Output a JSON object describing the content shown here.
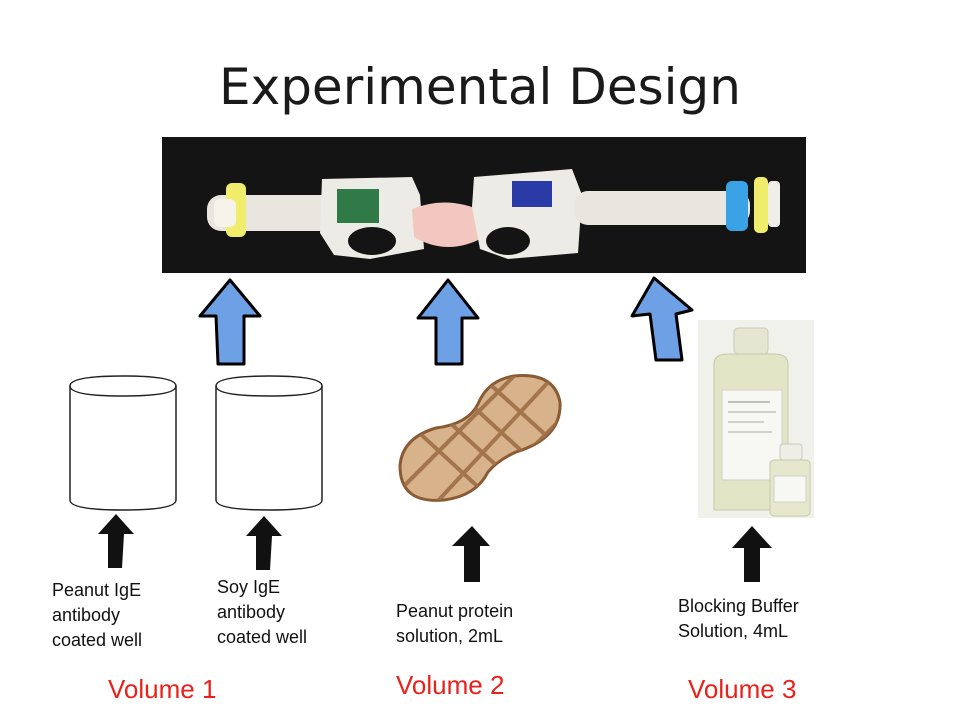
{
  "slide": {
    "title": "Experimental Design"
  },
  "labels": {
    "peanut_well": [
      "Peanut IgE",
      "antibody",
      "coated well"
    ],
    "soy_well": [
      "Soy IgE",
      "antibody",
      "coated well"
    ],
    "peanut_protein": [
      "Peanut protein",
      "solution, 2mL"
    ],
    "blocking_buffer": [
      "Blocking Buffer",
      "Solution, 4mL"
    ]
  },
  "volumes": {
    "v1": "Volume 1",
    "v2": "Volume 2",
    "v3": "Volume 3"
  },
  "colors": {
    "title": "#1a1a1a",
    "volume_text": "#e8211b",
    "blue_arrow": "#6ea0e6",
    "black_arrow": "#111111"
  },
  "icons": {
    "device_photo": "microfluidic-device-photo",
    "well": "cylinder-well-icon",
    "peanut": "peanut-icon",
    "bottles": "buffer-bottles-photo"
  }
}
